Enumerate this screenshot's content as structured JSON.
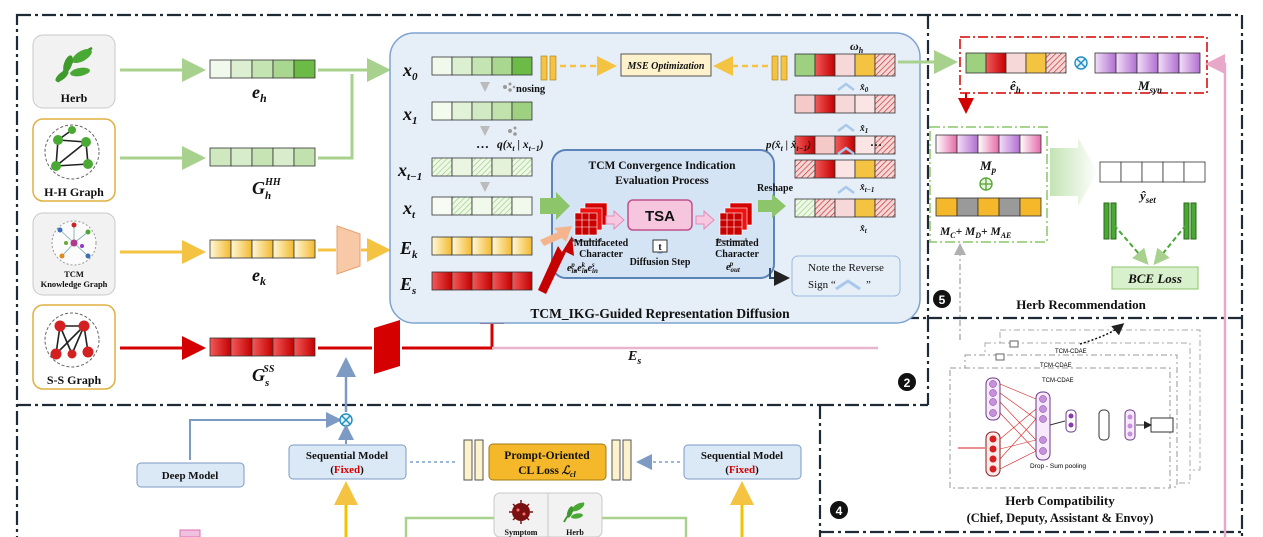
{
  "inputs": {
    "herb": "Herb",
    "hh_graph": "H-H Graph",
    "tcm_kg_line1": "TCM",
    "tcm_kg_line2": "Knowledge Graph",
    "ss_graph": "S-S Graph"
  },
  "embeddings": {
    "e_h": "e",
    "e_h_sub": "h",
    "g_hh": "G",
    "g_hh_sub": "h",
    "g_hh_sup": "HH",
    "e_k": "e",
    "e_k_sub": "k",
    "g_ss": "G",
    "g_ss_sub": "s",
    "g_ss_sup": "SS"
  },
  "diffusion": {
    "title": "TCM_IKG-Guided Representation Diffusion",
    "x0": "x",
    "x0_sub": "0",
    "x1": "x",
    "x1_sub": "1",
    "xt1": "x",
    "xt1_sub": "t−1",
    "xt": "x",
    "xt_sub": "t",
    "ek": "E",
    "ek_sub": "k",
    "es": "E",
    "es_sub": "s",
    "noising": "nosing",
    "ellipsis": "…",
    "q_formula": "q(x",
    "q_formula_sub1": "t",
    "q_formula_mid": " | x",
    "q_formula_sub2": "t−1",
    "q_formula_end": ")",
    "mse": "MSE Optimization",
    "omega": "ω",
    "omega_sub": "h",
    "p_formula": "p(x̂",
    "p_formula_sub1": "t",
    "p_formula_mid": " | x̂",
    "p_formula_sub2": "t−1",
    "p_formula_end": ")",
    "p_dots": "…",
    "xhat0": "x̂",
    "xhat0_sub": "0",
    "xhat1": "x̂",
    "xhat1_sub": "1",
    "xhatt1": "x̂",
    "xhatt1_sub": "t−1",
    "xhatt": "x̂",
    "xhatt_sub": "t",
    "reshape": "Reshape",
    "reverse_line1": "Note the Reverse",
    "reverse_line2": "Sign “",
    "reverse_line2_end": "”"
  },
  "convergence": {
    "title_line1": "TCM Convergence Indication",
    "title_line2": "Evaluation Process",
    "tsa": "TSA",
    "t_box": "t",
    "diffusion_step": "Diffusion Step",
    "multifaceted_line1": "Multifaceted",
    "multifaceted_line2": "Character",
    "multifaceted_formula": "e",
    "estimated_line1": "Estimated",
    "estimated_line2": "Character",
    "estimated_formula": "e"
  },
  "recommendation": {
    "e_h_hat": "ê",
    "e_h_hat_sub": "h",
    "m_syn": "M",
    "m_syn_sub": "syn",
    "m_p": "M",
    "m_p_sub": "p",
    "m_sum": "M",
    "m_sum_c": "C",
    "m_sum_d": "D",
    "m_sum_ae": "AE",
    "y_set": "ŷ",
    "y_set_sub": "set",
    "bce": "BCE Loss",
    "title": "Herb Recommendation",
    "marker": "5"
  },
  "compatibility": {
    "title": "Herb Compatibility",
    "subtitle": "(Chief, Deputy, Assistant & Envoy)",
    "cdae_1": "TCM-CDAE",
    "cdae_2": "TCM-CDAE",
    "cdae_3": "TCM-CDAE",
    "drop": "Drop - Sum pooling",
    "marker": "4"
  },
  "lower": {
    "es_label": "E",
    "es_label_sub": "s",
    "deep_model": "Deep Model",
    "seq_left_line1": "Sequential Model",
    "seq_left_paren_open": "(",
    "seq_left_fixed": "Fixed",
    "seq_left_paren_close": ")",
    "seq_right_line1": "Sequential Model",
    "seq_right_paren_open": "(",
    "seq_right_fixed": "Fixed",
    "seq_right_paren_close": ")",
    "prompt_line1": "Prompt-Oriented",
    "prompt_line2": "CL Loss ",
    "prompt_formula": "ℒ",
    "prompt_formula_sub": "cl",
    "symptom": "Symptom",
    "herb": "Herb",
    "marker2": "2"
  },
  "colors": {
    "green_line": "#a9d18e",
    "green_cell": "#8fcf6f",
    "yellow": "#f5c342",
    "red": "#e01d1d",
    "pink_line": "#e8a8c8",
    "blue_panel": "#e4eef8",
    "blue_border": "#5b84b8",
    "purple": "#c690dd",
    "frame_dash": "#1e2a36"
  }
}
